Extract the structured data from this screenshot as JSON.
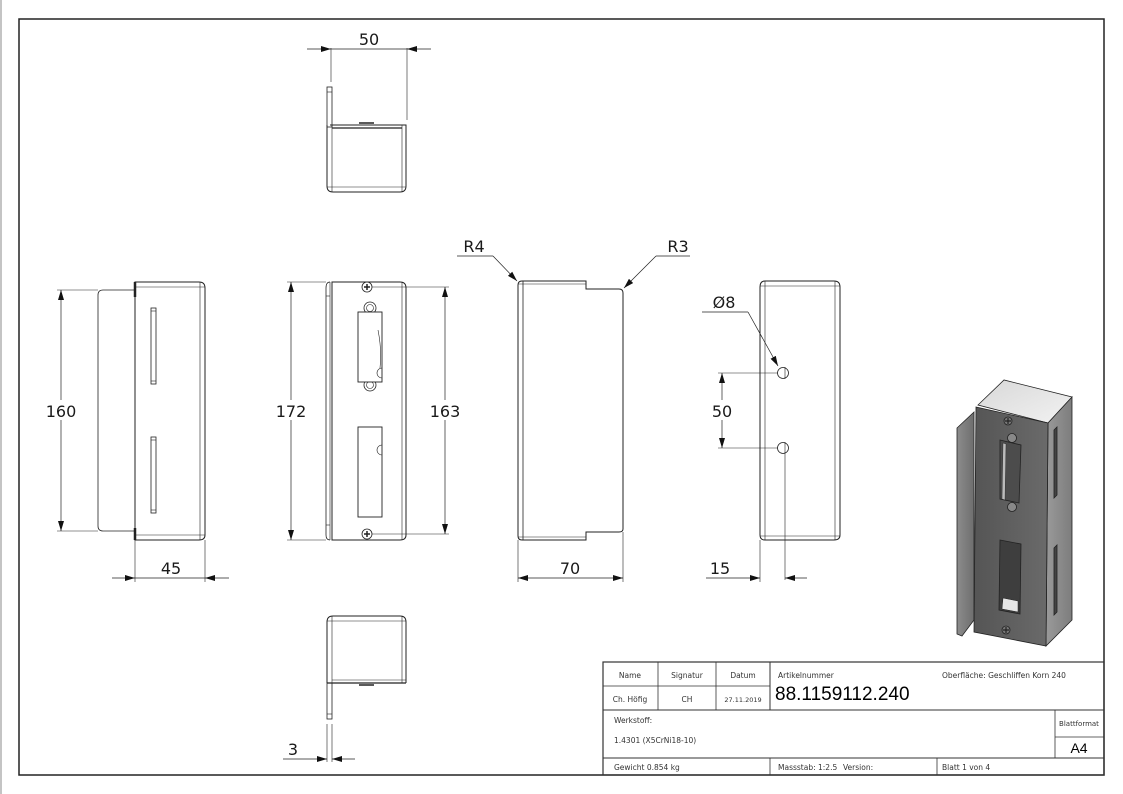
{
  "drawing": {
    "views": {
      "top_view": {
        "dimension": "50"
      },
      "side_view_left": {
        "height_dimension": "160",
        "width_dimension": "45"
      },
      "front_view": {
        "overall_height_dimension": "172",
        "hole_spacing_dimension": "163"
      },
      "side_view_right": {
        "radius_left": "R4",
        "radius_right": "R3",
        "depth_dimension": "70"
      },
      "rear_view": {
        "hole_diameter": "Ø8",
        "hole_spacing": "50",
        "edge_offset": "15"
      },
      "bottom_view": {
        "thickness_dimension": "3"
      },
      "isometric_view": {
        "description": "isometric shaded 3D view"
      }
    },
    "title_block": {
      "headers": {
        "name": "Name",
        "signatur": "Signatur",
        "datum": "Datum"
      },
      "values": {
        "name": "Ch. Höfig",
        "signatur": "CH",
        "datum": "27.11.2019"
      },
      "artikelnummer_label": "Artikelnummer",
      "artikelnummer": "88.1159112.240",
      "oberflaeche": "Oberfläche:  Geschliffen Korn 240",
      "werkstoff_label": "Werkstoff:",
      "werkstoff": "1.4301 (X5CrNi18-10)",
      "blattformat_label": "Blattformat",
      "blattformat": "A4",
      "gewicht": "Gewicht 0.854 kg",
      "massstab": "Massstab: 1:2.5",
      "version": "Version:",
      "blatt": "Blatt 1 von 4"
    }
  }
}
